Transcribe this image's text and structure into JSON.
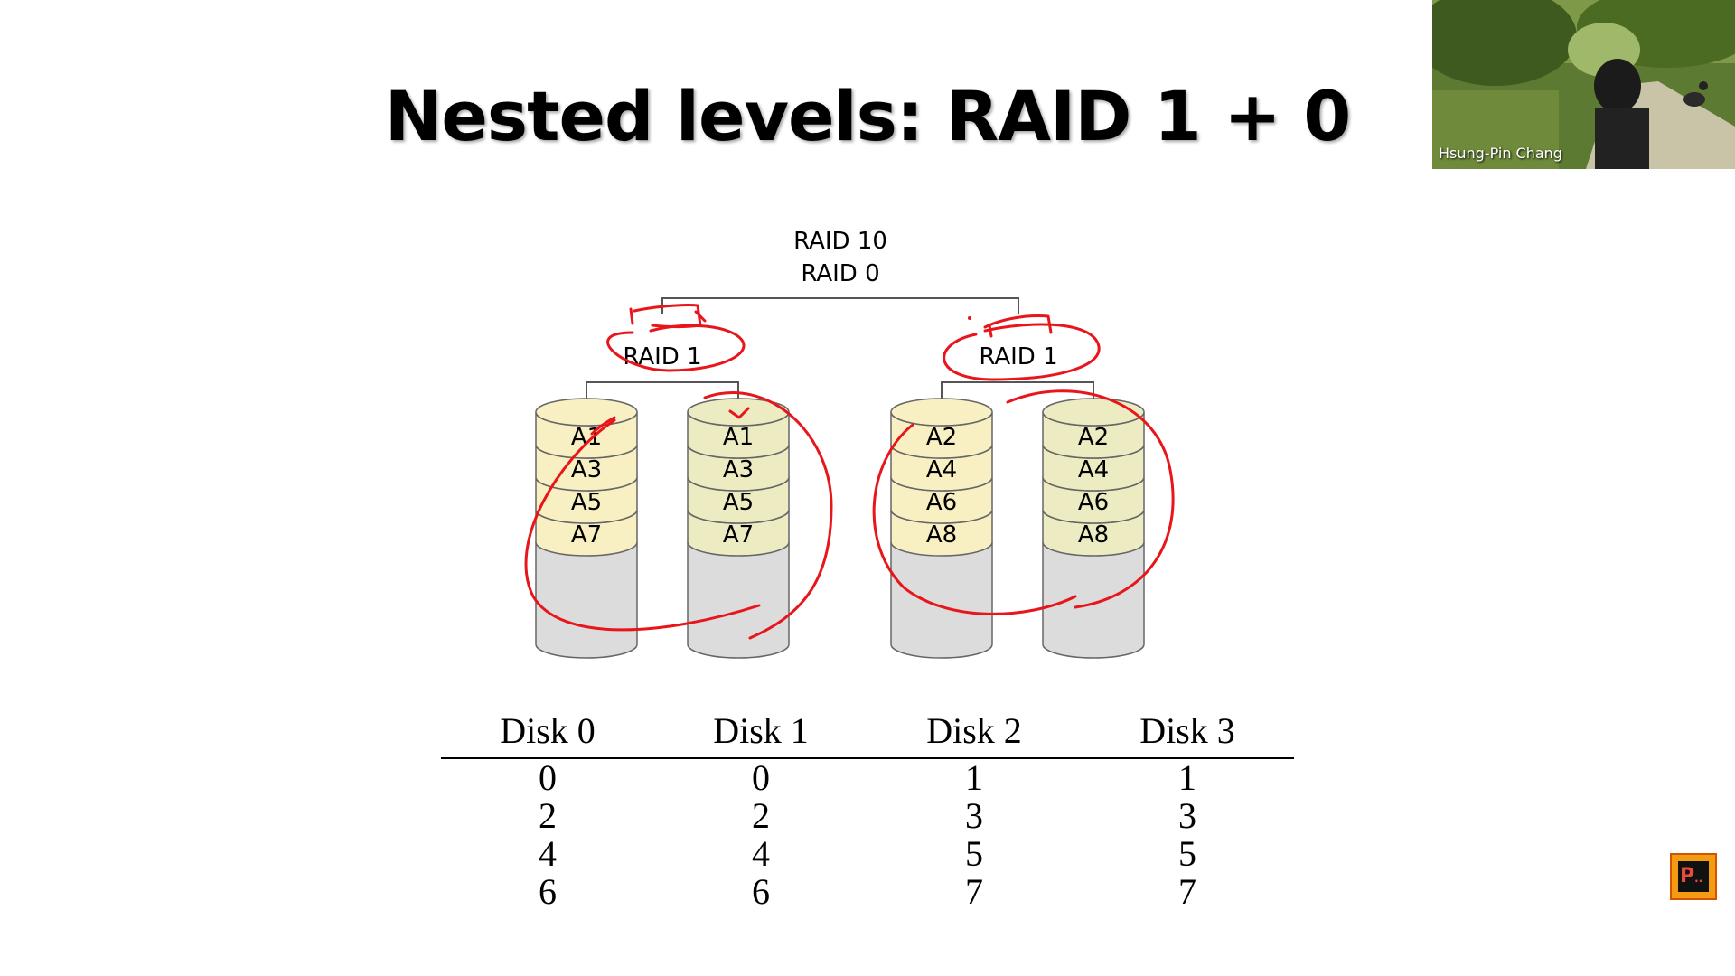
{
  "slide": {
    "title": "Nested levels: RAID 1 + 0",
    "diagram": {
      "top_labels": [
        "RAID 10",
        "RAID 0"
      ],
      "groups": [
        {
          "label": "RAID 1",
          "disks": [
            [
              "A1",
              "A3",
              "A5",
              "A7"
            ],
            [
              "A1",
              "A3",
              "A5",
              "A7"
            ]
          ]
        },
        {
          "label": "RAID 1",
          "disks": [
            [
              "A2",
              "A4",
              "A6",
              "A8"
            ],
            [
              "A2",
              "A4",
              "A6",
              "A8"
            ]
          ]
        }
      ]
    },
    "table": {
      "headers": [
        "Disk 0",
        "Disk 1",
        "Disk 2",
        "Disk 3"
      ],
      "rows": [
        [
          "0",
          "0",
          "1",
          "1"
        ],
        [
          "2",
          "2",
          "3",
          "3"
        ],
        [
          "4",
          "4",
          "5",
          "5"
        ],
        [
          "6",
          "6",
          "7",
          "7"
        ]
      ]
    }
  },
  "video": {
    "participant_name": "Hsung-Pin Chang"
  },
  "colors": {
    "stripe_left": "#f8f0c2",
    "stripe_right": "#ecebc1",
    "disk_empty": "#dcdcdc",
    "annotation": "#e8151b"
  },
  "icons": {
    "app_badge": "app-badge-icon"
  }
}
